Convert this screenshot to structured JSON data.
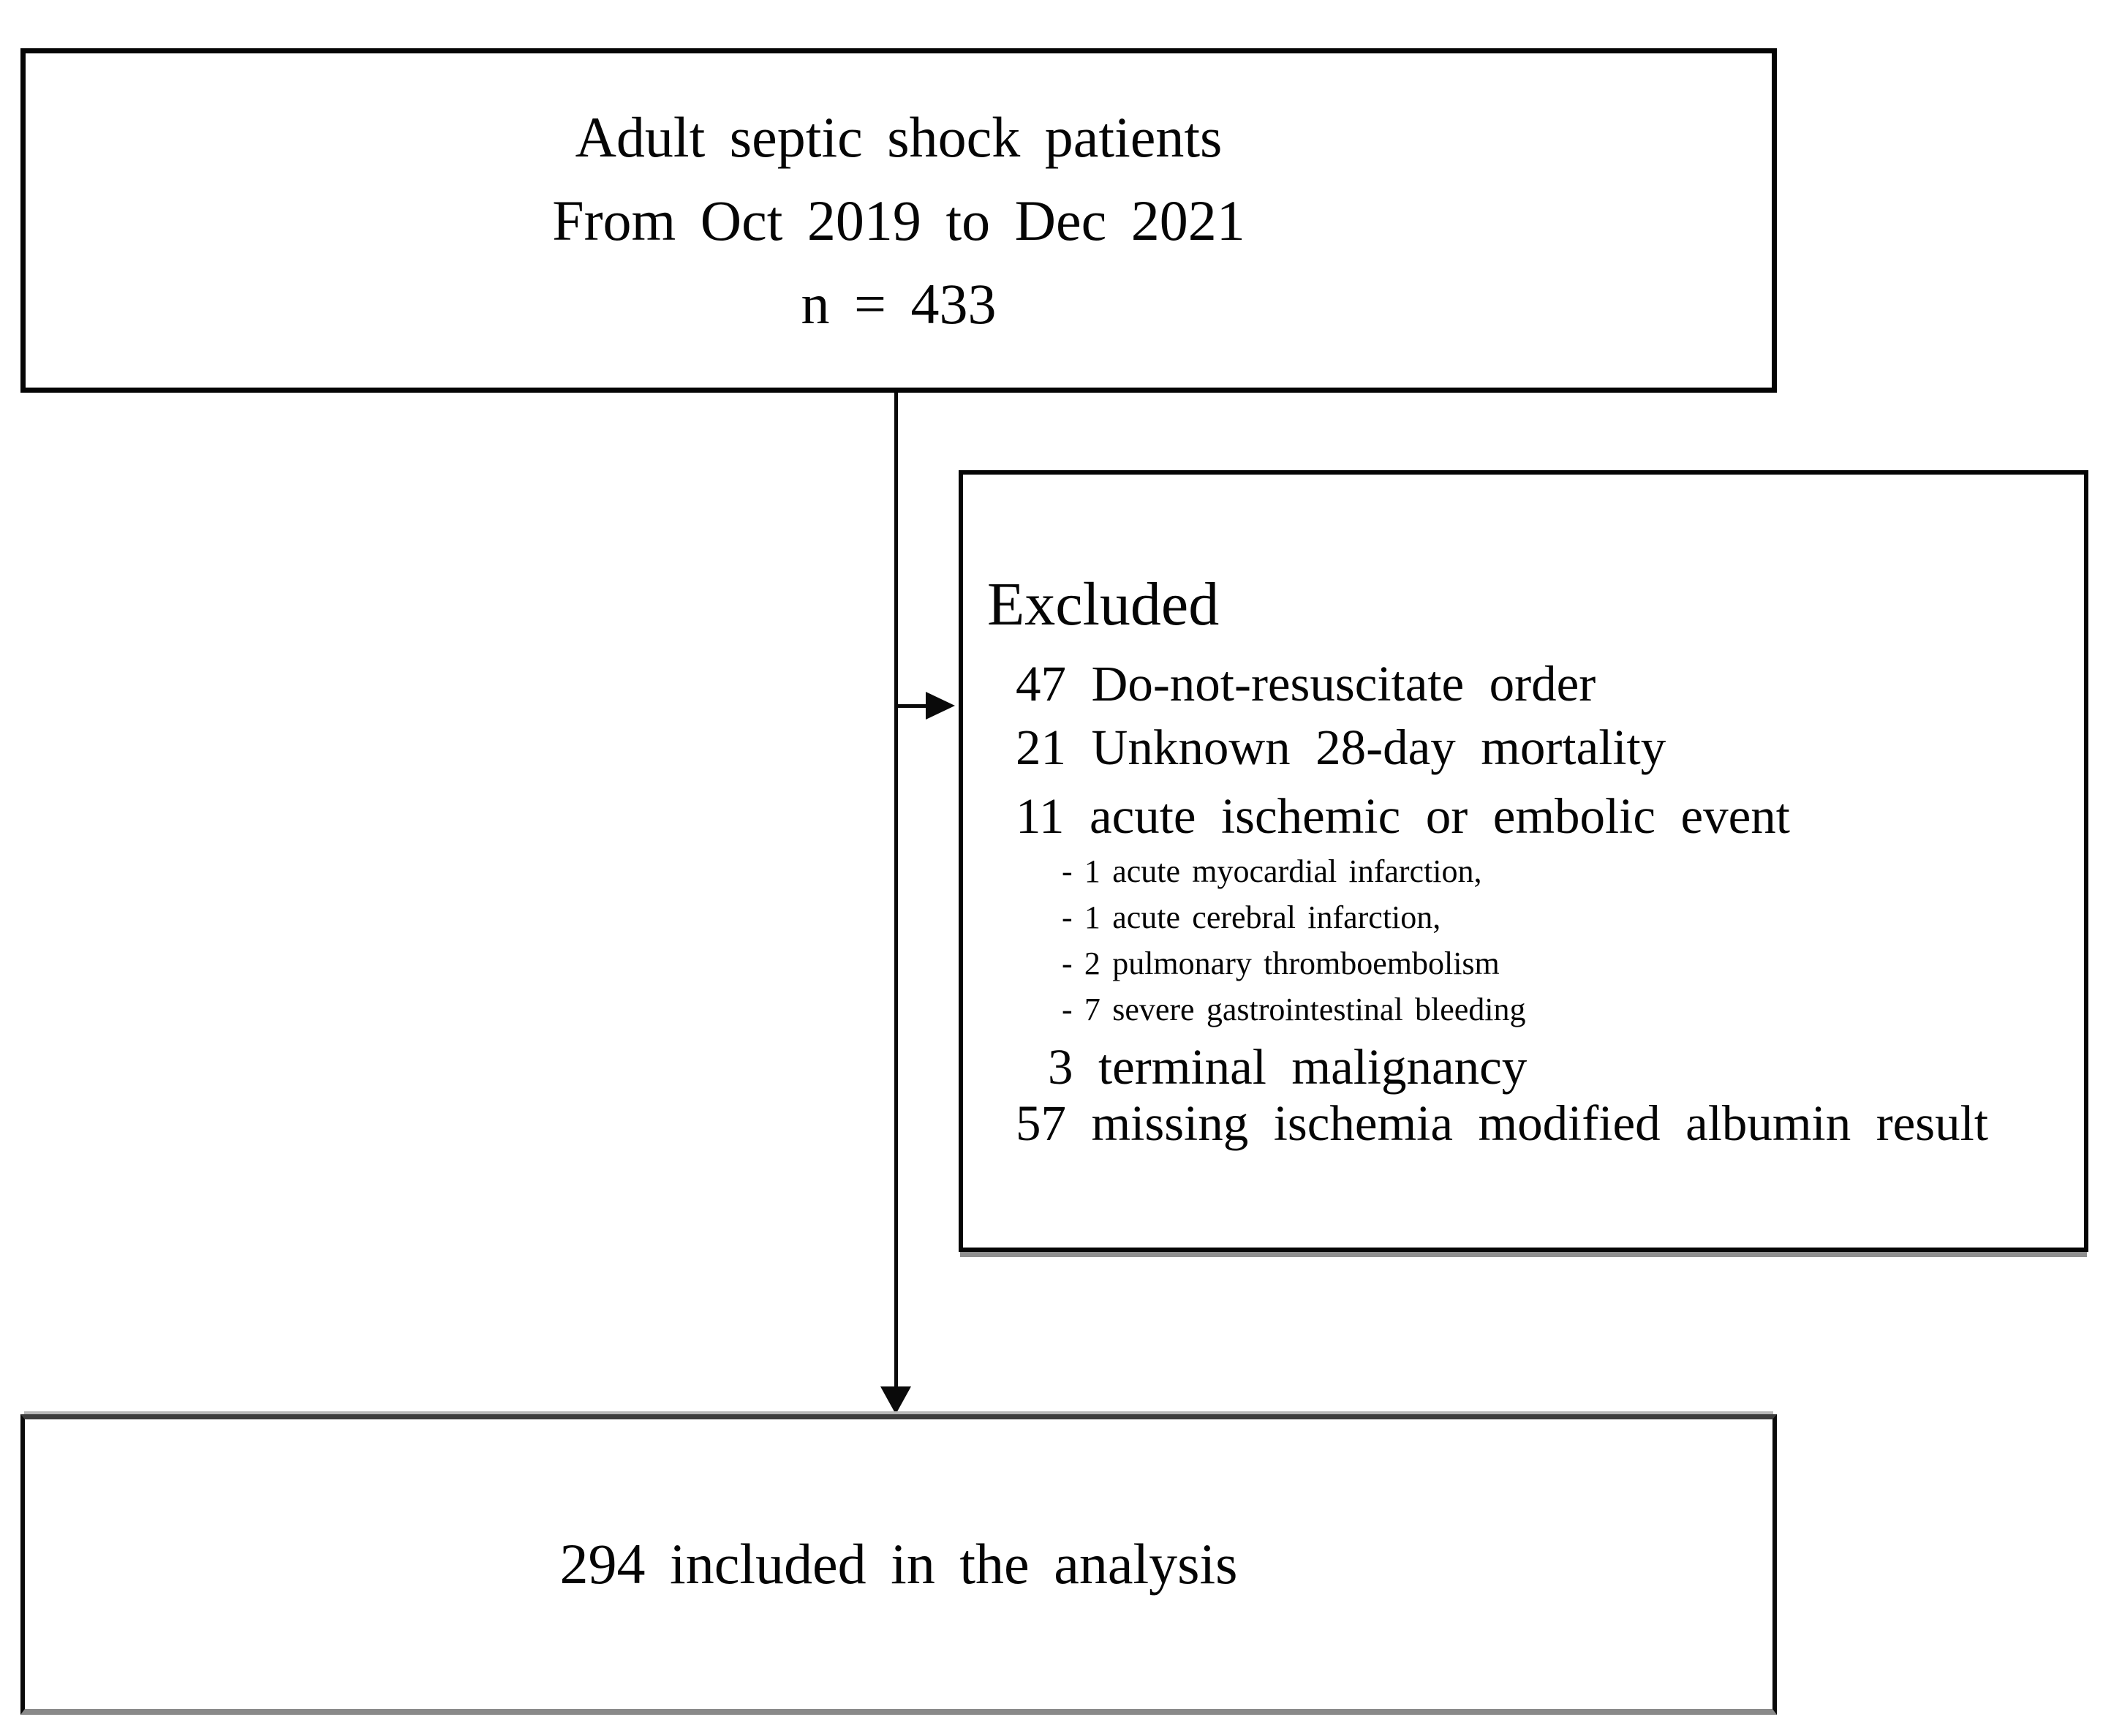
{
  "colors": {
    "box_border": "#050505",
    "connector": "#0a0a0a",
    "excluded_shadow": "#8f8f8f",
    "included_border_top": "#3d3d3d",
    "included_border_bottom": "#8a8a8a",
    "included_highlight": "#b8b8b8",
    "background": "#ffffff"
  },
  "enrollment_box": {
    "line1": "Adult septic shock patients",
    "line2": "From Oct 2019 to Dec 2021",
    "line3": "n = 433"
  },
  "excluded_box": {
    "title": "Excluded",
    "items": [
      "47 Do-not-resuscitate order",
      "21 Unknown 28-day mortality",
      "11 acute ischemic or embolic event",
      "3 terminal malignancy",
      "57 missing ischemia modified albumin result"
    ],
    "sub_items": [
      "- 1 acute myocardial infarction,",
      "- 1 acute cerebral infarction,",
      "- 2 pulmonary thromboembolism",
      "- 7 severe gastrointestinal bleeding"
    ]
  },
  "included_box": {
    "text": "294 included in the analysis"
  }
}
